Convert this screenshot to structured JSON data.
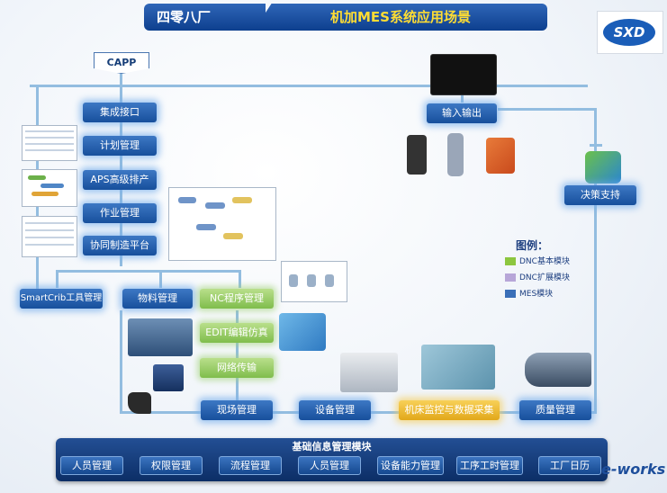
{
  "header": {
    "company": "四零八厂",
    "title": "机加MES系统应用场景"
  },
  "logo": {
    "text": "SXD"
  },
  "capp": "CAPP",
  "left_column": [
    "集成接口",
    "计划管理",
    "APS高级排产",
    "作业管理",
    "协同制造平台"
  ],
  "io": "输入输出",
  "decision": "决策支持",
  "row_tools": {
    "smartcrib": "SmartCrib工具管理",
    "material": "物料管理",
    "nc": "NC程序管理"
  },
  "nc_stack": [
    "EDIT编辑仿真",
    "网络传输"
  ],
  "bottom_flow": [
    "现场管理",
    "设备管理",
    "机床监控与数据采集",
    "质量管理"
  ],
  "legend": {
    "title": "图例：",
    "items": [
      {
        "label": "DNC基本模块",
        "color": "#8cc63f"
      },
      {
        "label": "DNC扩展模块",
        "color": "#b7a6d8"
      },
      {
        "label": "MES模块",
        "color": "#3a6fb8"
      }
    ]
  },
  "base": {
    "title": "基础信息管理模块",
    "items": [
      "人员管理",
      "权限管理",
      "流程管理",
      "人员管理",
      "设备能力管理",
      "工序工时管理",
      "工厂日历"
    ]
  },
  "watermark": "e-works"
}
